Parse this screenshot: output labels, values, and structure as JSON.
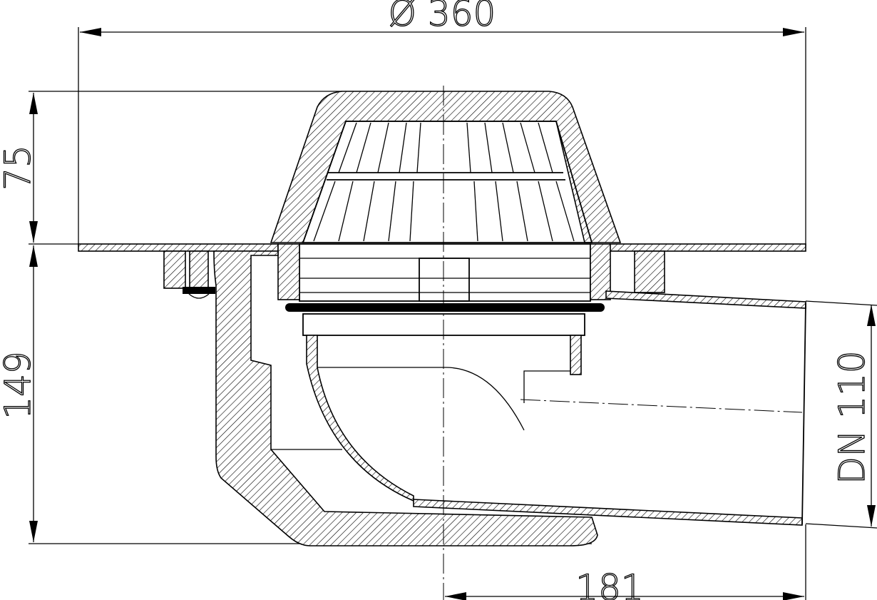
{
  "drawing": {
    "dimensions": {
      "diameter": "Ø 360",
      "dome_height": "75",
      "body_height": "149",
      "outlet": "DN 110",
      "outlet_offset": "181"
    },
    "colors": {
      "line": "#000000",
      "background": "#ffffff"
    }
  }
}
